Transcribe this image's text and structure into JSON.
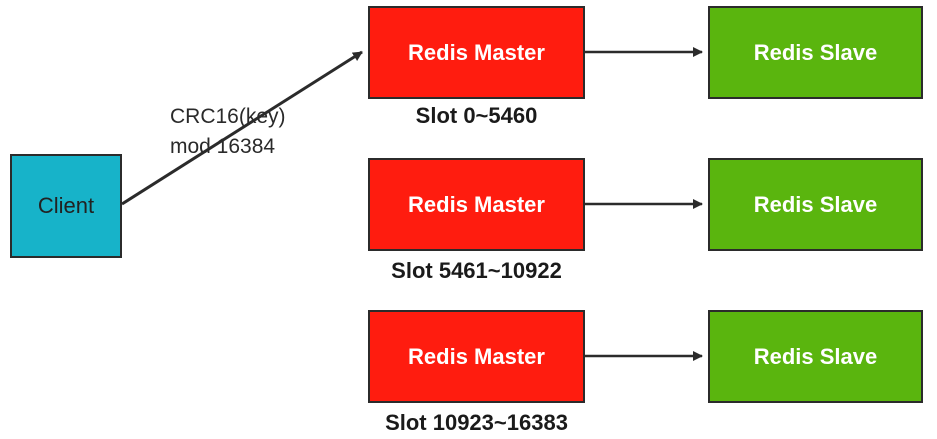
{
  "client": {
    "label": "Client"
  },
  "hash_label": {
    "line1": "CRC16(key)",
    "line2": "mod 16384"
  },
  "shards": [
    {
      "master_label": "Redis Master",
      "slave_label": "Redis Slave",
      "slot_label": "Slot 0~5460"
    },
    {
      "master_label": "Redis Master",
      "slave_label": "Redis Slave",
      "slot_label": "Slot 5461~10922"
    },
    {
      "master_label": "Redis Master",
      "slave_label": "Redis Slave",
      "slot_label": "Slot 10923~16383"
    }
  ],
  "colors": {
    "client": "#17b3c9",
    "master": "#ff1c0f",
    "slave": "#5ab50e",
    "line": "#2b2b2b"
  }
}
